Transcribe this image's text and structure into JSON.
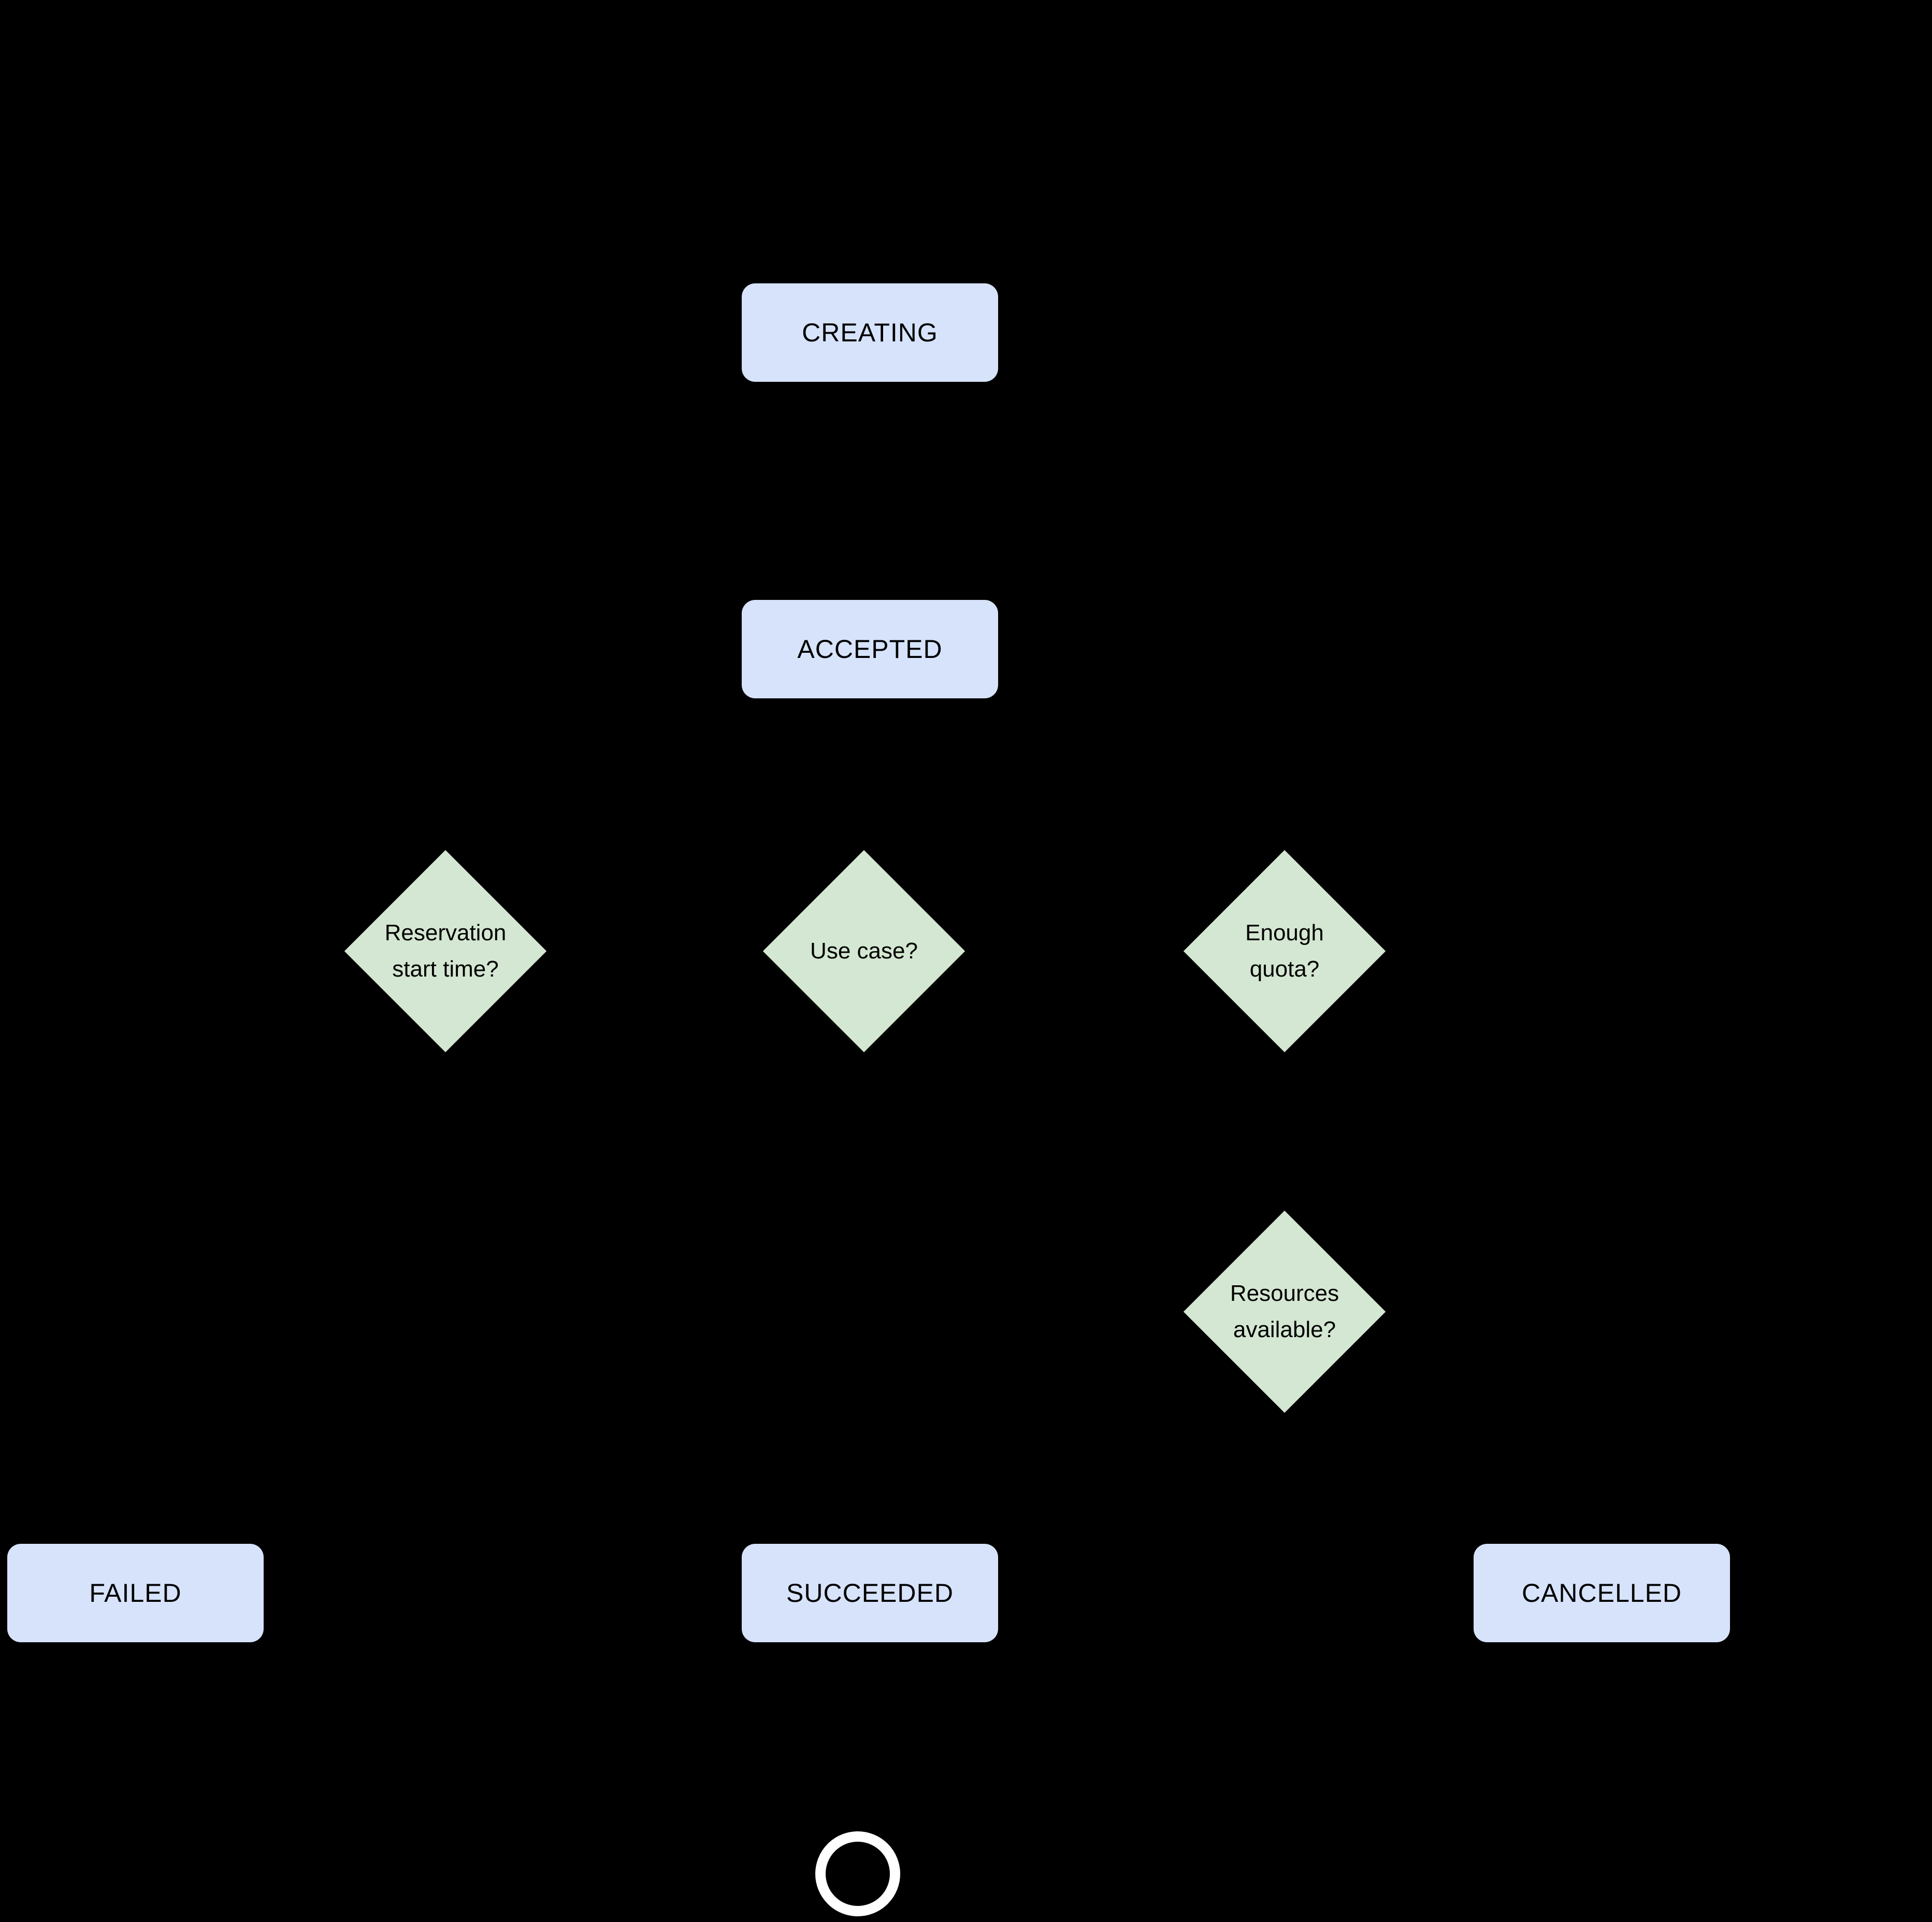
{
  "colors": {
    "background": "#000000",
    "state_fill": "#d7e3fb",
    "decision_fill": "#d4e7d2",
    "text": "#000000",
    "end_circle": "#ffffff"
  },
  "nodes": {
    "creating": {
      "label": "CREATING"
    },
    "accepted": {
      "label": "ACCEPTED"
    },
    "failed": {
      "label": "FAILED"
    },
    "succeeded": {
      "label": "SUCCEEDED"
    },
    "cancelled": {
      "label": "CANCELLED"
    }
  },
  "decisions": {
    "reservation_start_time": {
      "line1": "Reservation",
      "line2": "start time?"
    },
    "use_case": {
      "line1": "Use case?"
    },
    "enough_quota": {
      "line1": "Enough",
      "line2": "quota?"
    },
    "resources_available": {
      "line1": "Resources",
      "line2": "available?"
    }
  },
  "end_state": {
    "shape": "circle"
  }
}
